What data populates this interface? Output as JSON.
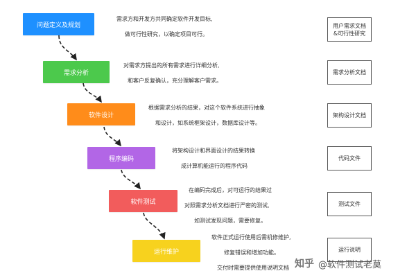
{
  "phases": [
    {
      "name": "问题定义及规划",
      "color": "#1e90ff",
      "description": [
        "需求方和开发方共同确定软件开发目标,",
        "做可行性研究，以确定项目可行。"
      ],
      "document": [
        "用户需求文档",
        "&可行性研究"
      ]
    },
    {
      "name": "需求分析",
      "color": "#4cc94c",
      "description": [
        "对需求方提出的所有需求进行详细分析,",
        "和客户反复确认，充分理解客户需求。"
      ],
      "document": [
        "需求分析文档"
      ]
    },
    {
      "name": "软件设计",
      "color": "#ff8c1a",
      "description": [
        "根据需求分析的结果，对这个软件系统进行抽象",
        "和设计，如系统框架设计，数据库设计等。"
      ],
      "document": [
        "架构设计文档"
      ]
    },
    {
      "name": "程序编码",
      "color": "#b266e6",
      "description": [
        "将架构设计和界面设计的结果转换",
        "成计算机能运行的程序代码"
      ],
      "document": [
        "代码文件"
      ]
    },
    {
      "name": "软件测试",
      "color": "#f25c5c",
      "description": [
        "在编码完成后，对可运行的结果过",
        "对照需求分析文档进行严密的测试,",
        "如测试发现问题，需要修复。"
      ],
      "document": [
        "测试文件"
      ]
    },
    {
      "name": "运行维护",
      "color": "#f7d21e",
      "description": [
        "软件正式运行使用后需机修维护,",
        "修复错误和增加功能。",
        "交付时需要提供使用说明文档"
      ],
      "document": [
        "运行说明"
      ]
    }
  ],
  "watermark": {
    "logo": "知乎",
    "text": "@软件测试老莫"
  }
}
